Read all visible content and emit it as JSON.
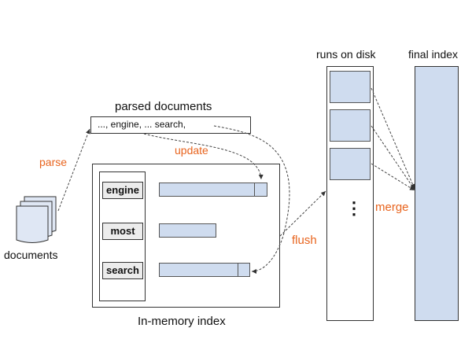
{
  "labels": {
    "parsed_documents": "parsed documents",
    "parsed_text": "..., engine, ... search,",
    "update": "update",
    "parse": "parse",
    "documents": "documents",
    "in_memory_index": "In-memory index",
    "flush": "flush",
    "runs_on_disk": "runs on disk",
    "final_index": "final index",
    "merge": "merge",
    "ellipsis": "⋮"
  },
  "terms": [
    {
      "label": "engine"
    },
    {
      "label": "most"
    },
    {
      "label": "search"
    }
  ],
  "colors": {
    "accent": "#e8641e",
    "postings_fill": "#cfdcef"
  }
}
